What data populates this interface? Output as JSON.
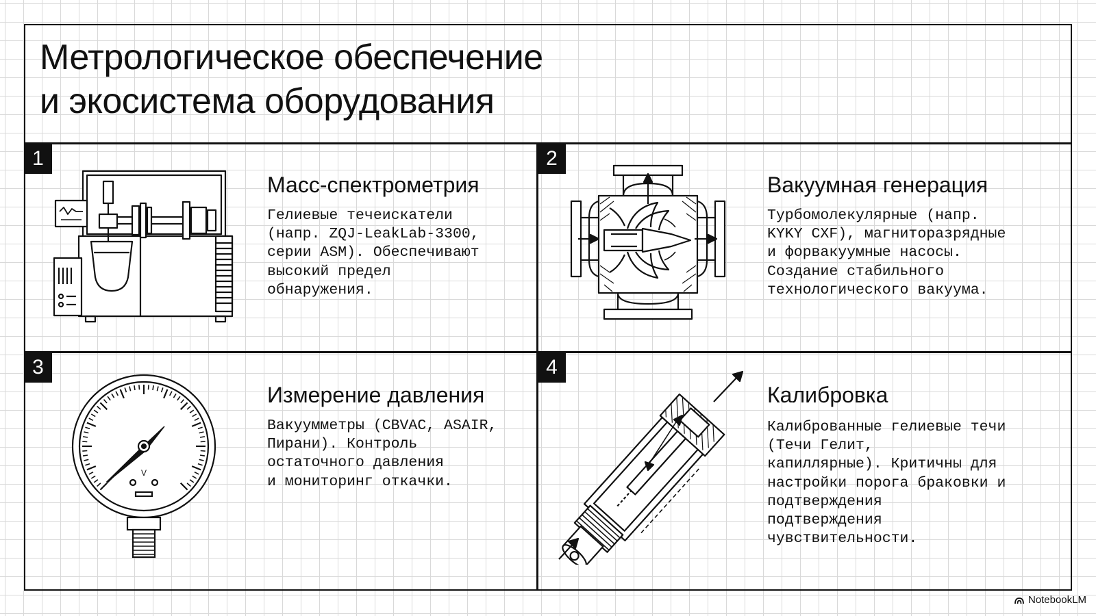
{
  "title_line1": "Метрологическое обеспечение",
  "title_line2": "и экосистема оборудования",
  "cells": [
    {
      "num": "1",
      "title": "Масс-спектрометрия",
      "desc": "Гелиевые течеискатели\n(напр. ZQJ-LeakLab-3300,\nсерии ASM). Обеспечивают\nвысокий предел\nобнаружения.",
      "icon": "mass-spectrometer"
    },
    {
      "num": "2",
      "title": "Вакуумная генерация",
      "desc": "Турбомолекулярные (напр.\nKYKY CXF), магниторазрядные\nи форвакуумные насосы.\nСоздание стабильного\nтехнологического вакуума.",
      "icon": "vacuum-pump"
    },
    {
      "num": "3",
      "title": "Измерение давления",
      "desc": "Вакуумметры (CBVAC, ASAIR,\nПирани). Контроль\nостаточного давления\nи мониторинг откачки.",
      "gauge_label": "V",
      "icon": "pressure-gauge"
    },
    {
      "num": "4",
      "title": "Калибровка",
      "desc": "Калиброванные гелиевые течи\n(Течи Гелит,\nкапиллярные). Критичны для\nнастройки порога браковки и\nподтверждения\nподтверждения\nчувствительности.",
      "icon": "calibrated-leak"
    }
  ],
  "brand": "NotebookLM",
  "colors": {
    "ink": "#111111",
    "grid": "#d9d9d9",
    "background": "#ffffff"
  }
}
